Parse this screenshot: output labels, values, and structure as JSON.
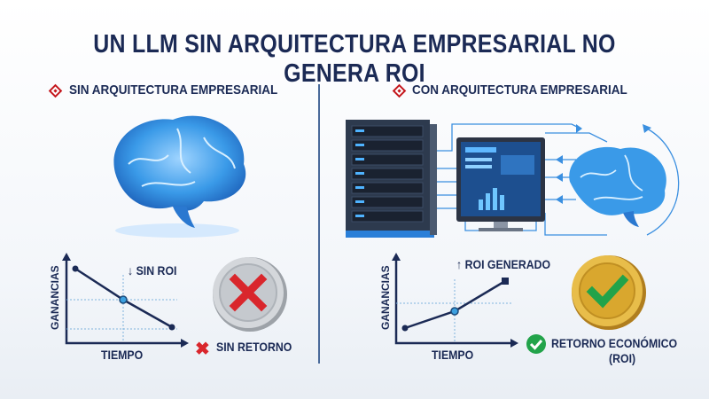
{
  "title": "UN LLM SIN ARQUITECTURA EMPRESARIAL NO GENERA ROI",
  "left": {
    "heading": "SIN ARQUITECTURA EMPRESARIAL",
    "chart": {
      "y_label": "GANANCIAS",
      "x_label": "TIEMPO",
      "trend": "down",
      "annotation": "↓ SIN ROI"
    },
    "result": "SIN RETORNO",
    "coin_icon": "x-icon",
    "coin_color": "#b8bcc2"
  },
  "right": {
    "heading": "CON ARQUITECTURA EMPRESARIAL",
    "chart": {
      "y_label": "GANANCIAS",
      "x_label": "TIEMPO",
      "trend": "up",
      "annotation": "↑ ROI GENERADO"
    },
    "result_line1": "RETORNO ECONÓMICO",
    "result_line2": "(ROI)",
    "coin_icon": "check-icon",
    "coin_color": "#d9a72e"
  },
  "colors": {
    "navy": "#1b2a55",
    "red": "#d9262c",
    "green": "#22a34a",
    "brain": "#3a9ae8"
  }
}
